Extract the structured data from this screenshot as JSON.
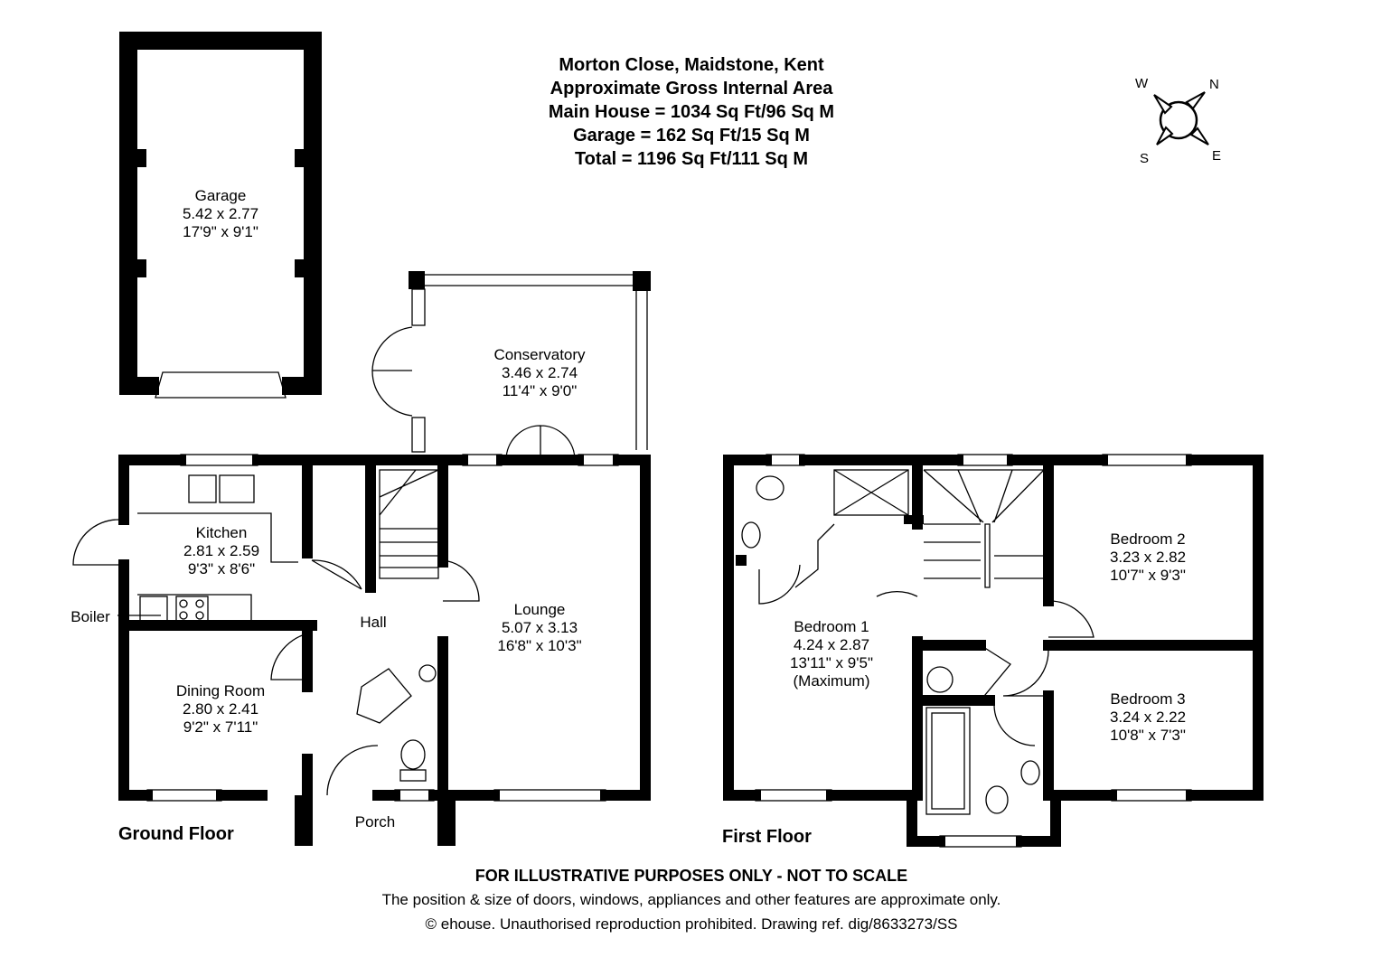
{
  "header": {
    "address": "Morton Close, Maidstone, Kent",
    "subtitle": "Approximate Gross Internal Area",
    "main_house": "Main House = 1034 Sq Ft/96 Sq M",
    "garage": "Garage = 162 Sq Ft/15 Sq M",
    "total": "Total = 1196 Sq Ft/111 Sq M"
  },
  "compass": {
    "w": "W",
    "n": "N",
    "s": "S",
    "e": "E"
  },
  "floors": {
    "ground": "Ground Floor",
    "first": "First Floor"
  },
  "rooms": {
    "garage": {
      "name": "Garage",
      "metric": "5.42 x 2.77",
      "imperial": "17'9\" x 9'1\""
    },
    "conservatory": {
      "name": "Conservatory",
      "metric": "3.46 x 2.74",
      "imperial": "11'4\" x 9'0\""
    },
    "kitchen": {
      "name": "Kitchen",
      "metric": "2.81 x 2.59",
      "imperial": "9'3\" x 8'6\""
    },
    "lounge": {
      "name": "Lounge",
      "metric": "5.07 x 3.13",
      "imperial": "16'8\" x 10'3\""
    },
    "hall": {
      "name": "Hall"
    },
    "dining": {
      "name": "Dining Room",
      "metric": "2.80 x 2.41",
      "imperial": "9'2\" x 7'11\""
    },
    "porch": {
      "name": "Porch"
    },
    "boiler": {
      "name": "Boiler"
    },
    "bedroom1": {
      "name": "Bedroom 1",
      "metric": "4.24 x 2.87",
      "imperial": "13'11\" x 9'5\"",
      "note": "(Maximum)"
    },
    "bedroom2": {
      "name": "Bedroom 2",
      "metric": "3.23 x 2.82",
      "imperial": "10'7\" x 9'3\""
    },
    "bedroom3": {
      "name": "Bedroom 3",
      "metric": "3.24 x 2.22",
      "imperial": "10'8\" x 7'3\""
    }
  },
  "footer": {
    "disclaimer": "FOR ILLUSTRATIVE PURPOSES ONLY - NOT TO SCALE",
    "note": "The position & size of doors, windows, appliances and other features are approximate only.",
    "copyright": "© ehouse. Unauthorised reproduction prohibited. Drawing ref. dig/8633273/SS"
  }
}
